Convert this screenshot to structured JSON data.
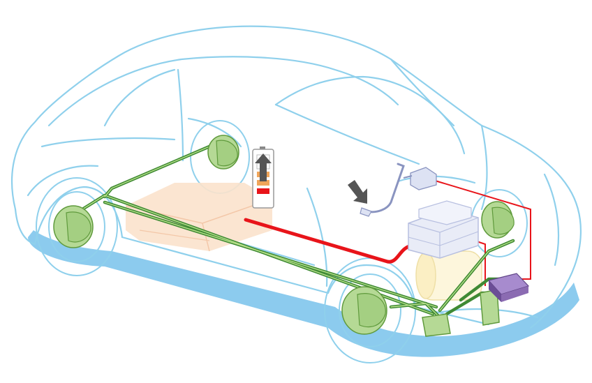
{
  "diagram": {
    "kind": "vehicle-regenerative-braking-illustration",
    "colors": {
      "body_outline": "#8fd0ec",
      "ground_shadow": "#8ccbee",
      "brake_line": "#3f8a34",
      "brake_line_highlight": "#b7e08a",
      "power_line": "#e8141a",
      "wheel_brake_fill": "#b5d995",
      "wheel_brake_stroke": "#5f9a3c",
      "battery_fill": "#fbe2cc",
      "motor_fill": "#fdf6dc",
      "module_fill": "#e9ecf7",
      "controller_fill": "#8b6bb2",
      "arrow_fill": "#555555"
    },
    "battery_gauge": {
      "levels": [
        "empty",
        "empty",
        "orange",
        "orange",
        "red"
      ],
      "level_colors": {
        "empty": "#ffffff",
        "orange": "#f0a55a",
        "red": "#e8141a"
      },
      "charging_direction": "up"
    },
    "components": [
      "battery-pack",
      "electric-motor",
      "brake-control-module",
      "hydraulic-unit",
      "power-controller",
      "brake-pedal",
      "front-left-brake",
      "front-right-brake",
      "rear-left-brake",
      "rear-right-brake"
    ]
  }
}
